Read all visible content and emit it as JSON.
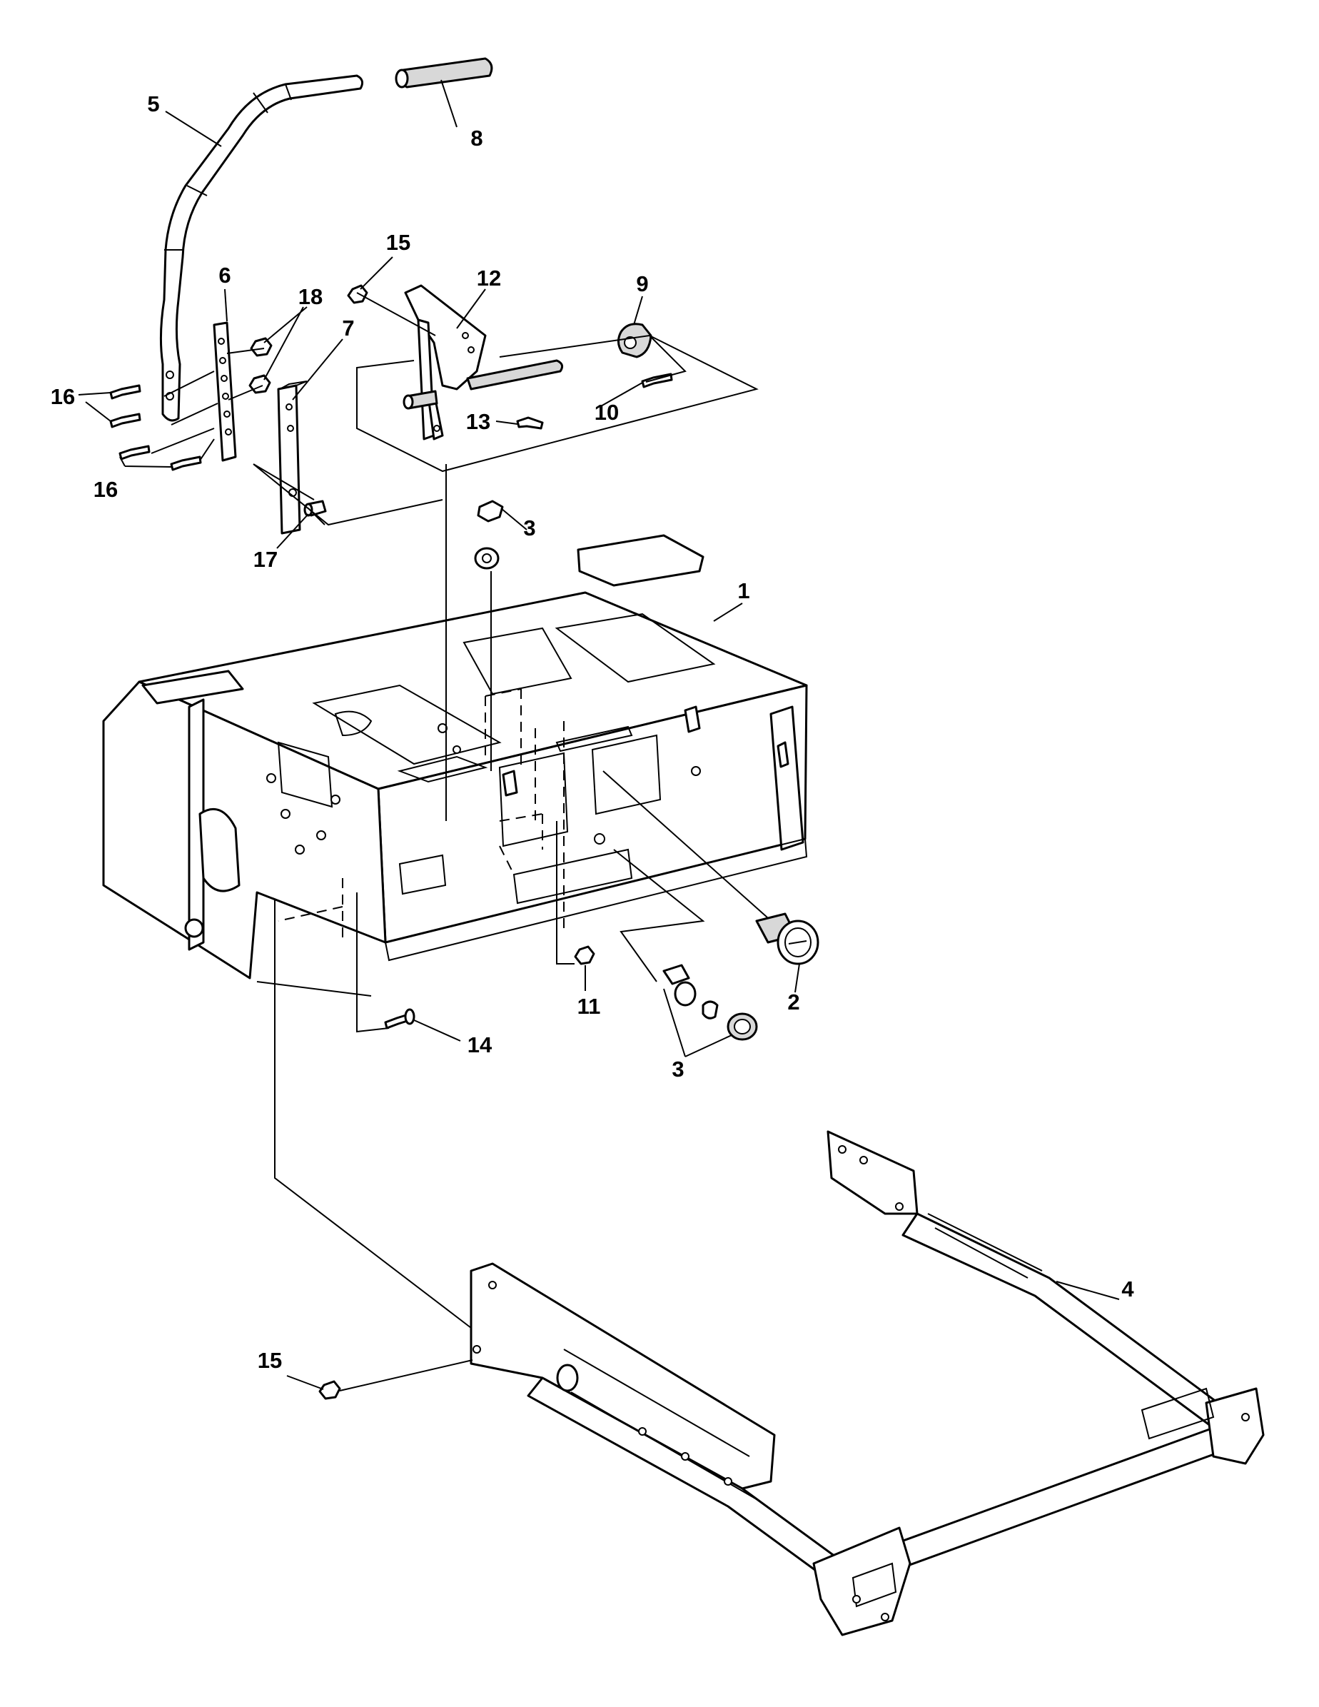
{
  "diagram": {
    "type": "exploded-parts-diagram",
    "callouts": {
      "c1": "1",
      "c2": "2",
      "c3a": "3",
      "c3b": "3",
      "c4": "4",
      "c5": "5",
      "c6": "6",
      "c7": "7",
      "c8": "8",
      "c9": "9",
      "c10": "10",
      "c11": "11",
      "c12": "12",
      "c13": "13",
      "c14": "14",
      "c15a": "15",
      "c15b": "15",
      "c16a": "16",
      "c16b": "16",
      "c17": "17",
      "c18": "18"
    }
  }
}
